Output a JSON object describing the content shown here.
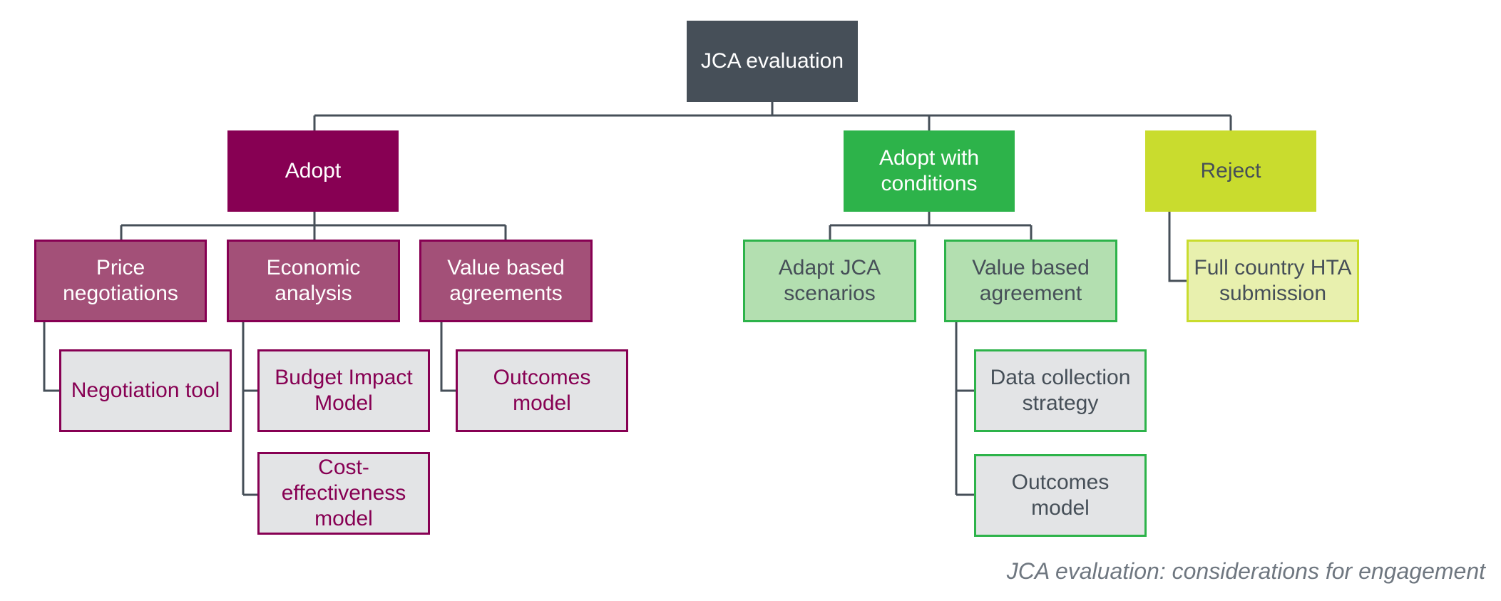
{
  "diagram": {
    "root": "JCA evaluation",
    "level1": {
      "adopt": "Adopt",
      "conditions": "Adopt with conditions",
      "reject": "Reject"
    },
    "adopt_children": {
      "price": "Price negotiations",
      "economic": "Economic analysis",
      "value": "Value based agreements",
      "negotiation_tool": "Negotiation tool",
      "budget_impact": "Budget Impact Model",
      "cost_effectiveness": "Cost-effectiveness model",
      "outcomes": "Outcomes model"
    },
    "conditions_children": {
      "adapt": "Adapt JCA scenarios",
      "value": "Value based agreement",
      "data_collection": "Data collection strategy",
      "outcomes": "Outcomes model"
    },
    "reject_children": {
      "full_hta": "Full country HTA submission"
    },
    "caption": "JCA evaluation: considerations for engagement"
  },
  "colors": {
    "root": "#464f58",
    "adopt": "#870053",
    "adopt_light": "#a35078",
    "conditions": "#2db34a",
    "conditions_light": "#b3dfb0",
    "reject": "#c9dc2e",
    "reject_light": "#e8f0ae",
    "leaf_fill": "#e3e4e6",
    "connector": "#464f58"
  }
}
